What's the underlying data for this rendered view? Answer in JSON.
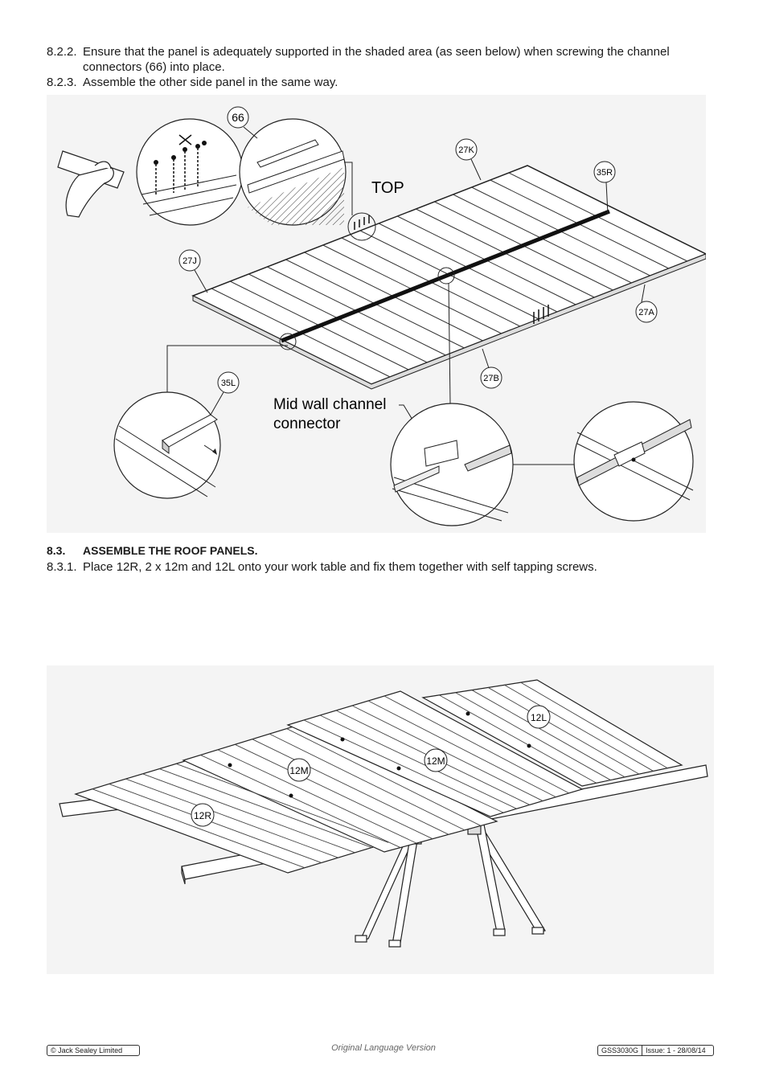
{
  "steps": {
    "s822_num": "8.2.2.",
    "s822_line1": "Ensure that the panel is adequately supported in the shaded area (as seen below) when screwing the channel",
    "s822_line2": "connectors (66) into place.",
    "s823_num": "8.2.3.",
    "s823_text": "Assemble the other side panel in the same way.",
    "s83_num": "8.3.",
    "s83_title": "ASSEMBLE THE ROOF PANELS.",
    "s831_num": "8.3.1.",
    "s831_text": "Place 12R, 2 x 12m and 12L onto your work table and fix them together with self tapping screws."
  },
  "figure1": {
    "label_66": "66",
    "label_27k": "27K",
    "label_35r": "35R",
    "label_27j": "27J",
    "label_27a": "27A",
    "label_27b": "27B",
    "label_35l": "35L",
    "top_label": "TOP",
    "mid_connector_line1": "Mid wall channel",
    "mid_connector_line2": "connector"
  },
  "figure2": {
    "label_12l": "12L",
    "label_12m_a": "12M",
    "label_12m_b": "12M",
    "label_12r": "12R"
  },
  "footer": {
    "copyright": "© Jack Sealey Limited",
    "center": "Original Language Version",
    "model": "GSS3030G",
    "issue": "Issue: 1 - 28/08/14"
  }
}
